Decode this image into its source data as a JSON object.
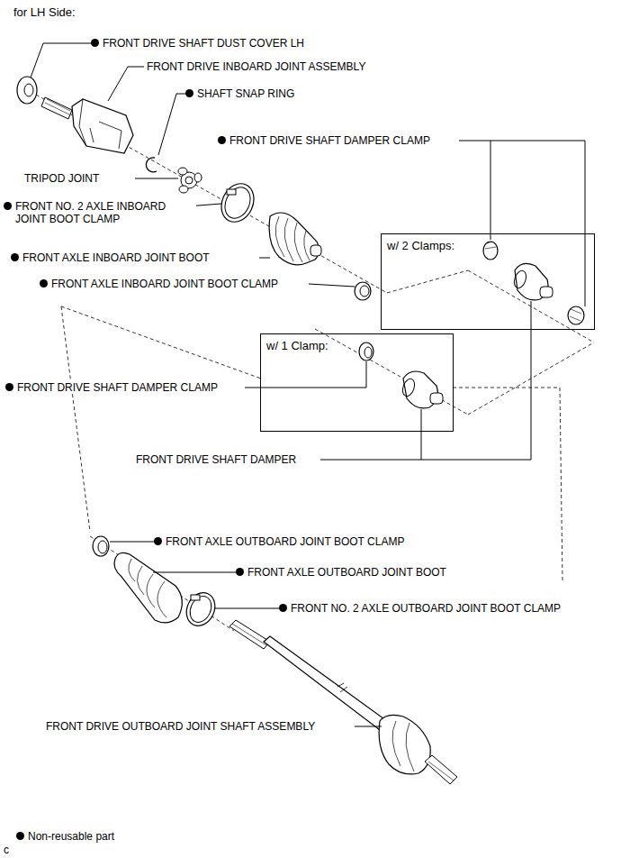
{
  "diagram": {
    "title": "for LH Side:",
    "nodes": [
      {
        "text": [
          "w/ 2 Clamps:"
        ]
      },
      {
        "text": [
          "w/ 1 Clamp:"
        ]
      }
    ],
    "labels": [
      "FRONT DRIVE SHAFT DUST COVER LH",
      "FRONT DRIVE INBOARD JOINT ASSEMBLY",
      "SHAFT SNAP RING",
      "FRONT DRIVE SHAFT DAMPER CLAMP",
      "TRIPOD JOINT",
      "FRONT NO. 2 AXLE INBOARD JOINT BOOT CLAMP",
      "FRONT AXLE INBOARD JOINT BOOT",
      "FRONT AXLE INBOARD JOINT BOOT CLAMP",
      "FRONT DRIVE SHAFT DAMPER CLAMP",
      "FRONT DRIVE SHAFT DAMPER",
      "FRONT AXLE OUTBOARD JOINT BOOT CLAMP",
      "FRONT AXLE OUTBOARD JOINT BOOT",
      "FRONT NO. 2 AXLE OUTBOARD JOINT BOOT CLAMP",
      "FRONT DRIVE OUTBOARD JOINT SHAFT ASSEMBLY",
      "c"
    ],
    "legend": [
      {
        "text": "Non-reusable part"
      }
    ]
  }
}
